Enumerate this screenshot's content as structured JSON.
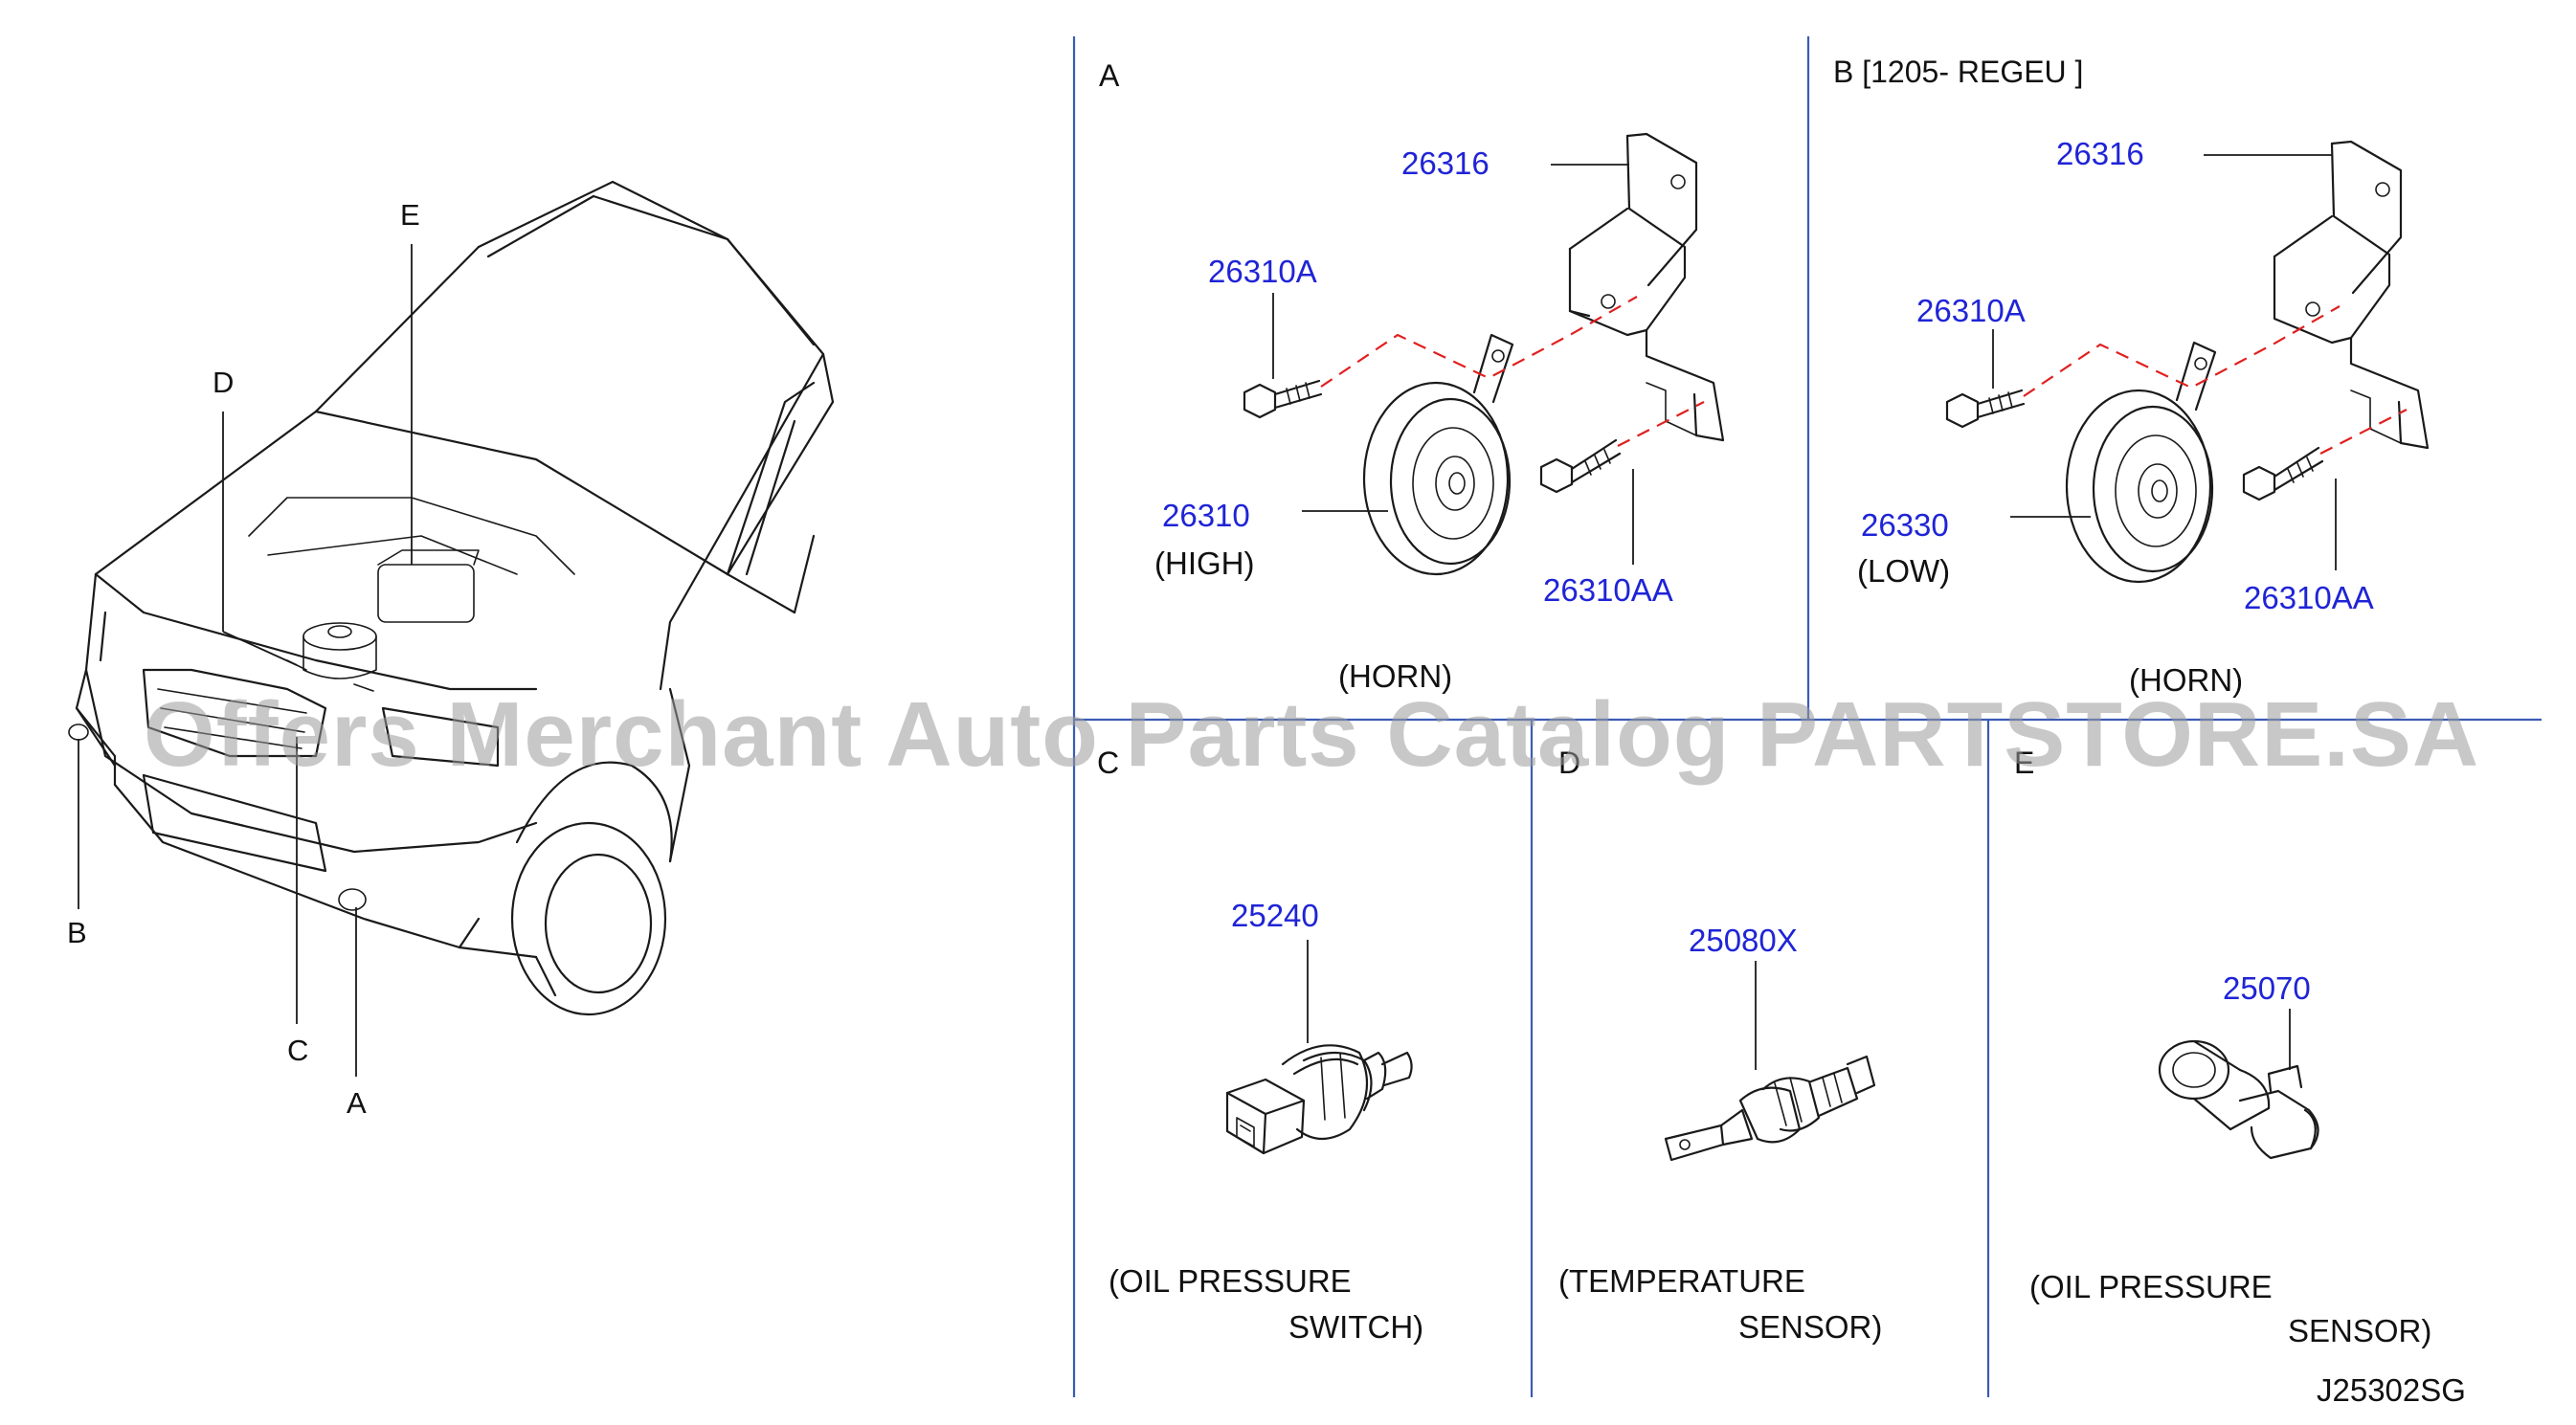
{
  "overview": {
    "callouts": [
      "E",
      "D",
      "B",
      "C",
      "A"
    ]
  },
  "sections": {
    "A": {
      "title": "A",
      "parts": [
        "26316",
        "26310A",
        "26310",
        "26310AA"
      ],
      "variant_label": "(HIGH)",
      "caption": "(HORN)"
    },
    "B": {
      "title": "B [1205-   REGEU   ]",
      "parts": [
        "26316",
        "26310A",
        "26330",
        "26310AA"
      ],
      "variant_label": "(LOW)",
      "caption": "(HORN)"
    },
    "C": {
      "title": "C",
      "part": "25240",
      "caption_line1": "(OIL   PRESSURE",
      "caption_line2": "SWITCH)"
    },
    "D": {
      "title": "D",
      "part": "25080X",
      "caption_line1": "(TEMPERATURE",
      "caption_line2": "SENSOR)"
    },
    "E": {
      "title": "E",
      "part": "25070",
      "caption_line1": "(OIL   PRESSURE",
      "caption_line2": "SENSOR)"
    }
  },
  "diagram_code": "J25302SG",
  "watermark": "Offers Merchant Auto Parts Catalog PARTSTORE.SA",
  "colors": {
    "part_number": "#1f24d6",
    "frame": "#3b5bb5",
    "axis_dash": "#e02020"
  }
}
